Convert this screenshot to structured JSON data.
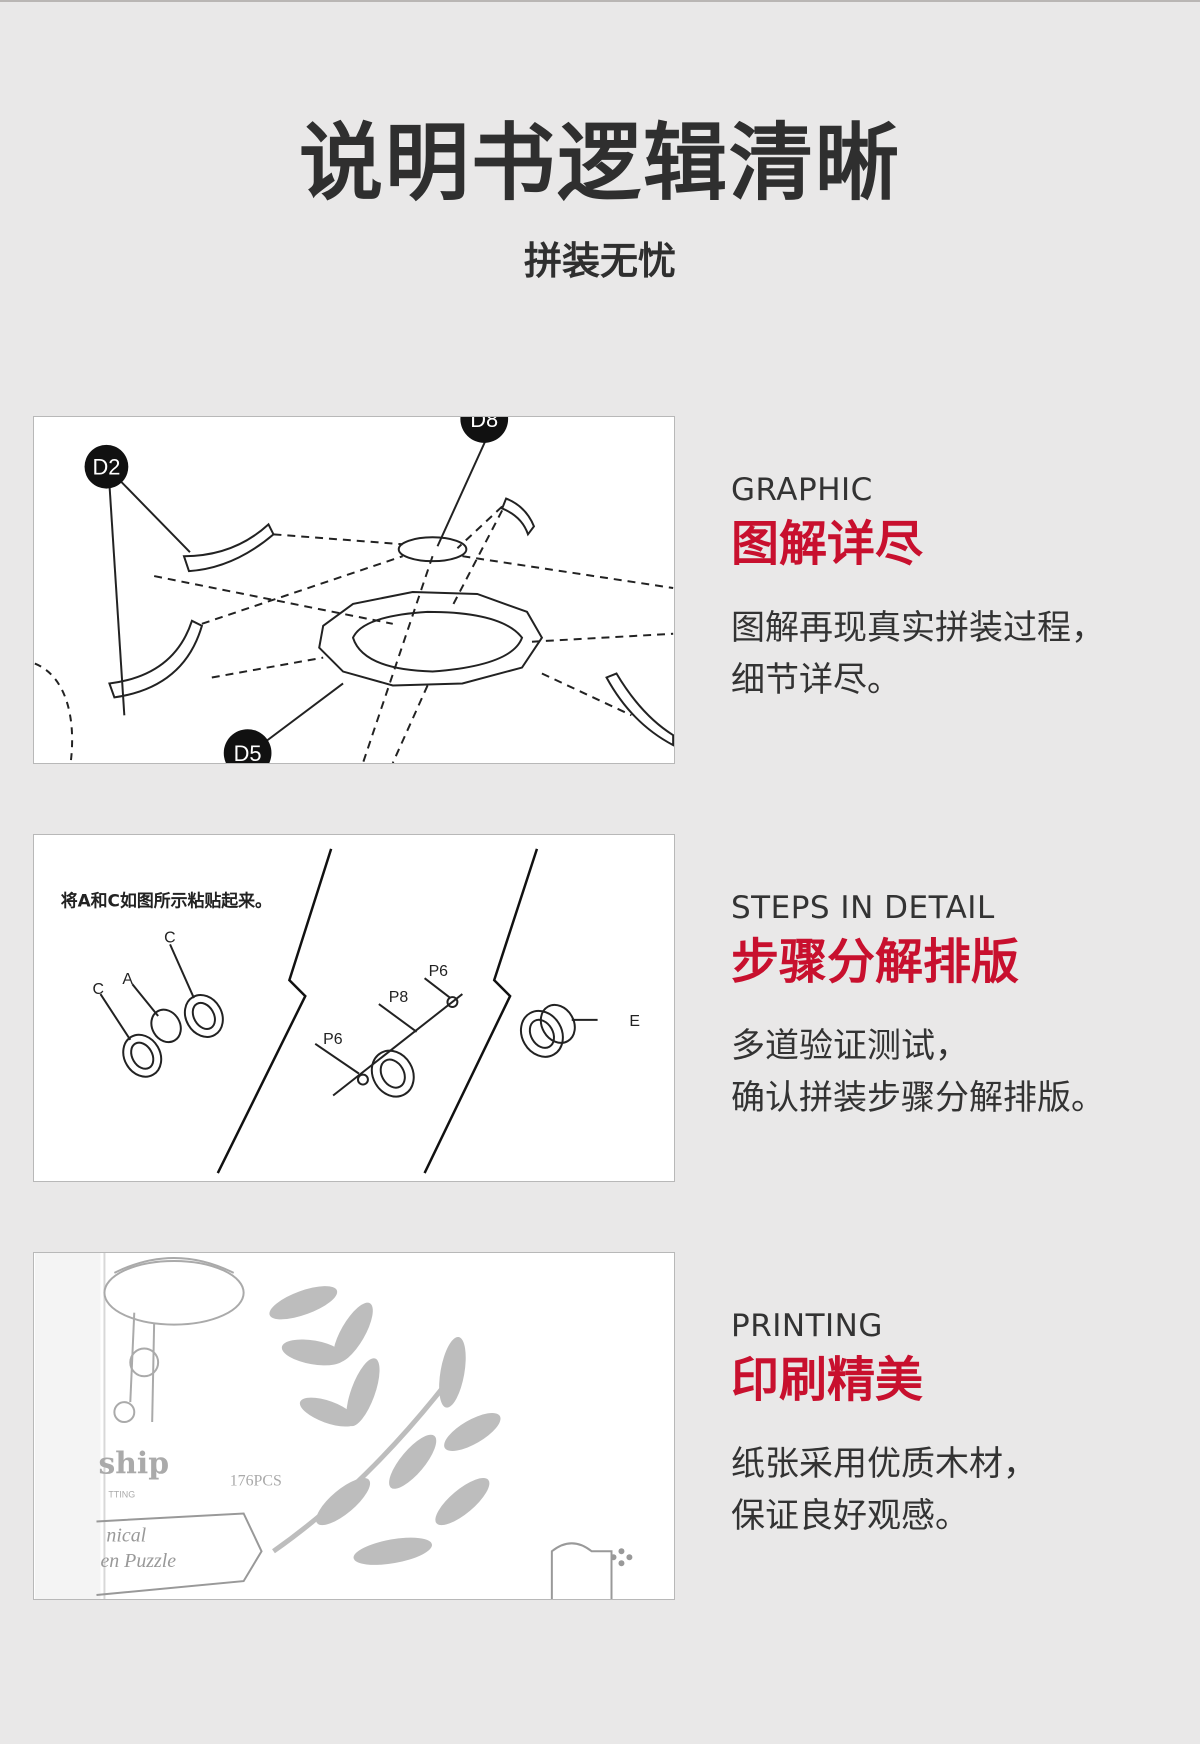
{
  "page": {
    "title": "说明书逻辑清晰",
    "subtitle": "拼装无忧",
    "accent_color": "#c8102e",
    "background_color": "#e9e8e8"
  },
  "sections": [
    {
      "en": "GRAPHIC",
      "cn": "图解详尽",
      "desc": [
        "图解再现真实拼装过程，",
        "细节详尽。"
      ],
      "image": {
        "kind": "assembly-diagram",
        "labels": [
          "D2",
          "D8",
          "D5"
        ]
      }
    },
    {
      "en": "STEPS IN DETAIL",
      "cn": "步骤分解排版",
      "desc": [
        "多道验证测试，",
        "确认拼装步骤分解排版。"
      ],
      "image": {
        "kind": "step-instructions",
        "caption": "将A和C如图所示粘贴起来。",
        "labels": [
          "C",
          "A",
          "C",
          "P6",
          "P8",
          "P6",
          "E"
        ]
      }
    },
    {
      "en": "PRINTING",
      "cn": "印刷精美",
      "desc": [
        "纸张采用优质木材，",
        "保证良好观感。"
      ],
      "image": {
        "kind": "printed-cover",
        "texts": [
          "ship",
          "176PCS",
          "TTING",
          "nical",
          "en Puzzle"
        ]
      }
    }
  ]
}
